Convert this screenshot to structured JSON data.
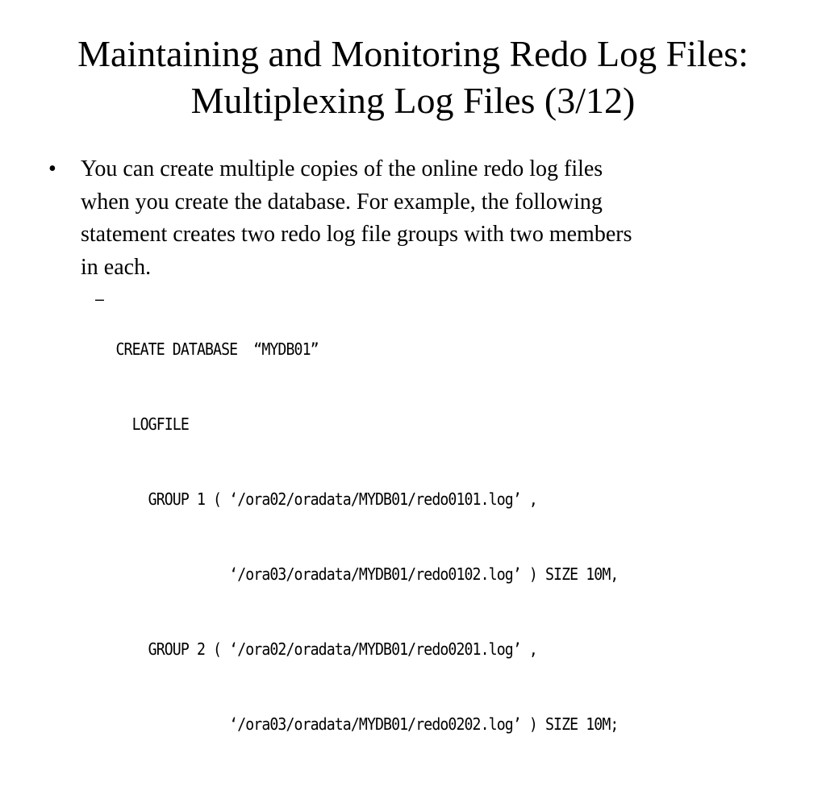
{
  "slide": {
    "title_lines": [
      "Maintaining and Monitoring Redo Log Files:",
      "Multiplexing Log Files (3/12)"
    ],
    "bullet": {
      "marker": "•",
      "lines": [
        "You can create multiple copies of the online redo log files",
        "when you create the database. For example, the following",
        "statement creates two redo log file groups with two members",
        "in each."
      ]
    },
    "sub_bullet": {
      "marker": "–",
      "code_lines": [
        "CREATE DATABASE  “MYDB01”",
        "  LOGFILE",
        "    GROUP 1 ( ‘/ora02/oradata/MYDB01/redo0101.log’ ,",
        "              ‘/ora03/oradata/MYDB01/redo0102.log’ ) SIZE 10M,",
        "    GROUP 2 ( ‘/ora02/oradata/MYDB01/redo0201.log’ ,",
        "              ‘/ora03/oradata/MYDB01/redo0202.log’ ) SIZE 10M;"
      ]
    }
  }
}
